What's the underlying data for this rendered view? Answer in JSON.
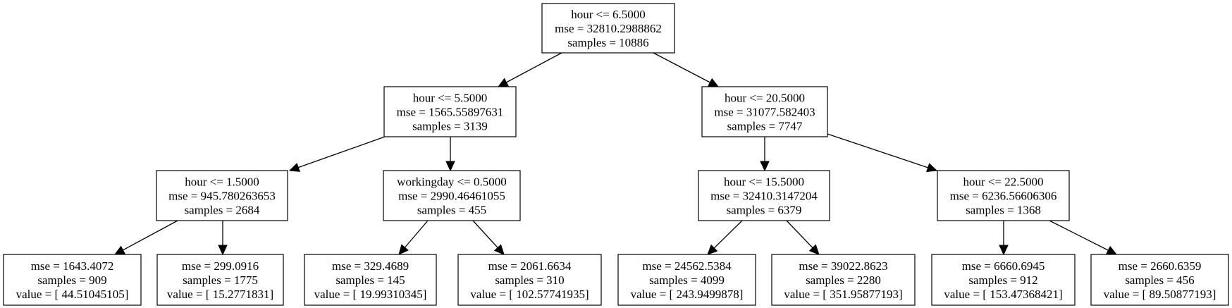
{
  "nodes": [
    {
      "id": "n0",
      "lines": [
        "hour <= 6.5000",
        "mse = 32810.2988862",
        "samples = 10886"
      ]
    },
    {
      "id": "n1",
      "lines": [
        "hour <= 5.5000",
        "mse = 1565.55897631",
        "samples = 3139"
      ]
    },
    {
      "id": "n2",
      "lines": [
        "hour <= 20.5000",
        "mse = 31077.582403",
        "samples = 7747"
      ]
    },
    {
      "id": "n3",
      "lines": [
        "hour <= 1.5000",
        "mse = 945.780263653",
        "samples = 2684"
      ]
    },
    {
      "id": "n4",
      "lines": [
        "workingday <= 0.5000",
        "mse = 2990.46461055",
        "samples = 455"
      ]
    },
    {
      "id": "n5",
      "lines": [
        "hour <= 15.5000",
        "mse = 32410.3147204",
        "samples = 6379"
      ]
    },
    {
      "id": "n6",
      "lines": [
        "hour <= 22.5000",
        "mse = 6236.56606306",
        "samples = 1368"
      ]
    },
    {
      "id": "n7",
      "lines": [
        "mse = 1643.4072",
        "samples = 909",
        "value = [ 44.51045105]"
      ]
    },
    {
      "id": "n8",
      "lines": [
        "mse = 299.0916",
        "samples = 1775",
        "value = [ 15.2771831]"
      ]
    },
    {
      "id": "n9",
      "lines": [
        "mse = 329.4689",
        "samples = 145",
        "value = [ 19.99310345]"
      ]
    },
    {
      "id": "n10",
      "lines": [
        "mse = 2061.6634",
        "samples = 310",
        "value = [ 102.57741935]"
      ]
    },
    {
      "id": "n11",
      "lines": [
        "mse = 24562.5384",
        "samples = 4099",
        "value = [ 243.9499878]"
      ]
    },
    {
      "id": "n12",
      "lines": [
        "mse = 39022.8623",
        "samples = 2280",
        "value = [ 351.95877193]"
      ]
    },
    {
      "id": "n13",
      "lines": [
        "mse = 6660.6945",
        "samples = 912",
        "value = [ 153.47368421]"
      ]
    },
    {
      "id": "n14",
      "lines": [
        "mse = 2660.6359",
        "samples = 456",
        "value = [ 89.50877193]"
      ]
    }
  ],
  "edges": [
    {
      "from": "n0",
      "to": "n1"
    },
    {
      "from": "n0",
      "to": "n2"
    },
    {
      "from": "n1",
      "to": "n3"
    },
    {
      "from": "n1",
      "to": "n4"
    },
    {
      "from": "n2",
      "to": "n5"
    },
    {
      "from": "n2",
      "to": "n6"
    },
    {
      "from": "n3",
      "to": "n7"
    },
    {
      "from": "n3",
      "to": "n8"
    },
    {
      "from": "n4",
      "to": "n9"
    },
    {
      "from": "n4",
      "to": "n10"
    },
    {
      "from": "n5",
      "to": "n11"
    },
    {
      "from": "n5",
      "to": "n12"
    },
    {
      "from": "n6",
      "to": "n13"
    },
    {
      "from": "n6",
      "to": "n14"
    }
  ]
}
